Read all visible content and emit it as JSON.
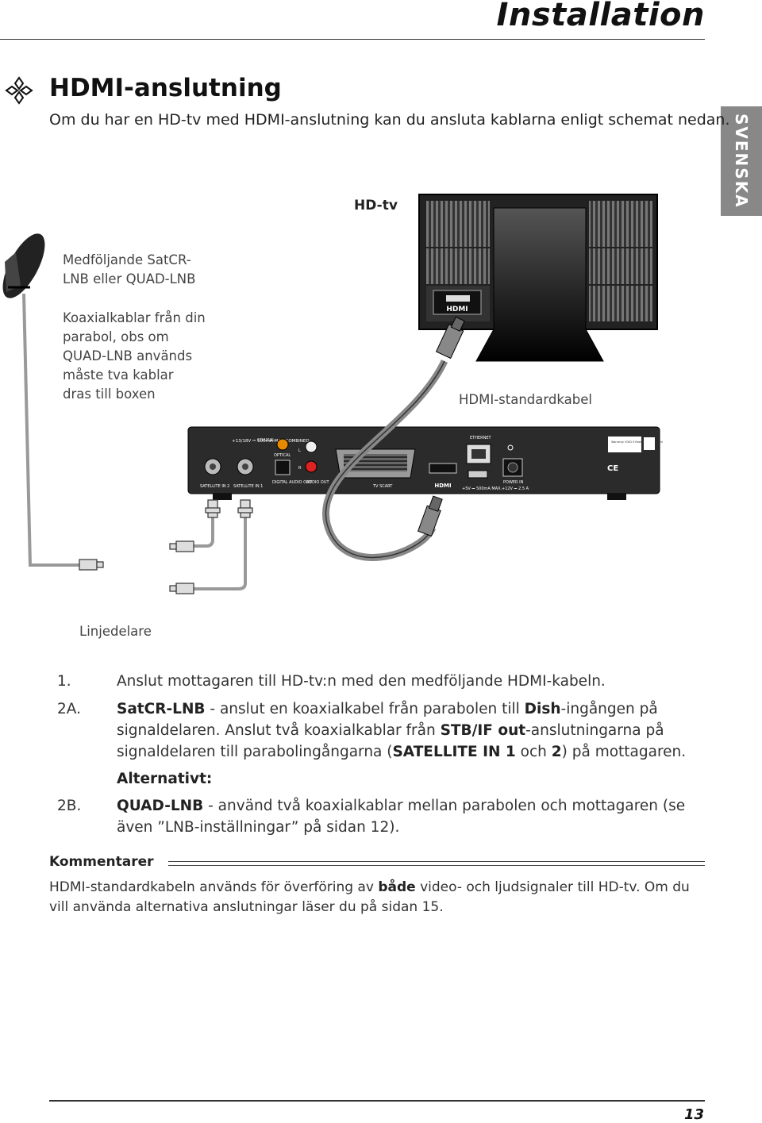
{
  "header": {
    "title": "Installation"
  },
  "side_tab": {
    "label": "SVENSKA"
  },
  "section": {
    "title": "HDMI-anslutning",
    "intro": "Om du har en HD-tv med HDMI-anslutning kan du ansluta kablarna enligt schemat nedan."
  },
  "diagram": {
    "hdtv_label": "HD-tv",
    "lnb_label": "Medföljande SatCR-LNB eller QUAD-LNB",
    "coax_label": "Koaxialkablar från din parabol, obs om QUAD-LNB används måste tva kablar dras till boxen",
    "hdmi_cable_label": "HDMI-standardkabel",
    "splitter_label": "Linjedelare",
    "hdmi_logo": "HDMI",
    "receiver_ports": {
      "sat_power": "+13/18V ⎓ 500mA MAX COMBINED",
      "coaxial": "COAXIAL",
      "optical": "OPTICAL",
      "sat_in_2": "SATELLITE IN 2",
      "sat_in_1": "SATELLITE IN 1",
      "digital_audio_out": "DIGITAL AUDIO OUT",
      "audio_out": "AUDIO OUT",
      "tv_scart": "TV SCART",
      "ethernet": "ETHERNET",
      "usb_power": "+5V ⎓ 500mA MAX.",
      "power_in": "POWER IN",
      "power_rating": "+12V ⎓ 2.5 A",
      "warranty": "Warranty VOID if Broken or Removed",
      "audio_l": "L",
      "audio_r": "R"
    }
  },
  "steps": [
    {
      "num": "1.",
      "parts": [
        {
          "t": "Anslut mottagaren till HD-tv:n med den medföljande HDMI-kabeln."
        }
      ]
    },
    {
      "num": "2A.",
      "parts": [
        {
          "b": "SatCR-LNB"
        },
        {
          "t": " - anslut en koaxialkabel från parabolen till "
        },
        {
          "b": "Dish"
        },
        {
          "t": "-ingången på signaldelaren. Anslut två koaxialkablar från "
        },
        {
          "b": "STB/IF out"
        },
        {
          "t": "-anslutningarna på signaldelaren till parabolingångarna ("
        },
        {
          "b": "SATELLITE IN 1"
        },
        {
          "t": " och "
        },
        {
          "b": "2"
        },
        {
          "t": ") på mottagaren."
        }
      ]
    },
    {
      "num": "",
      "parts": [
        {
          "b": "Alternativt:"
        }
      ]
    },
    {
      "num": "2B.",
      "parts": [
        {
          "b": "QUAD-LNB"
        },
        {
          "t": " - använd två koaxialkablar mellan parabolen och mottagaren (se även ”LNB-inställningar” på sidan 12)."
        }
      ]
    }
  ],
  "comments": {
    "title": "Kommentarer",
    "parts": [
      {
        "t": "HDMI-standardkabeln används för överföring av "
      },
      {
        "b": "både"
      },
      {
        "t": " video- och ljudsignaler till HD-tv. Om du vill använda alternativa anslutningar läser du på sidan 15."
      }
    ]
  },
  "footer": {
    "page_number": "13"
  }
}
